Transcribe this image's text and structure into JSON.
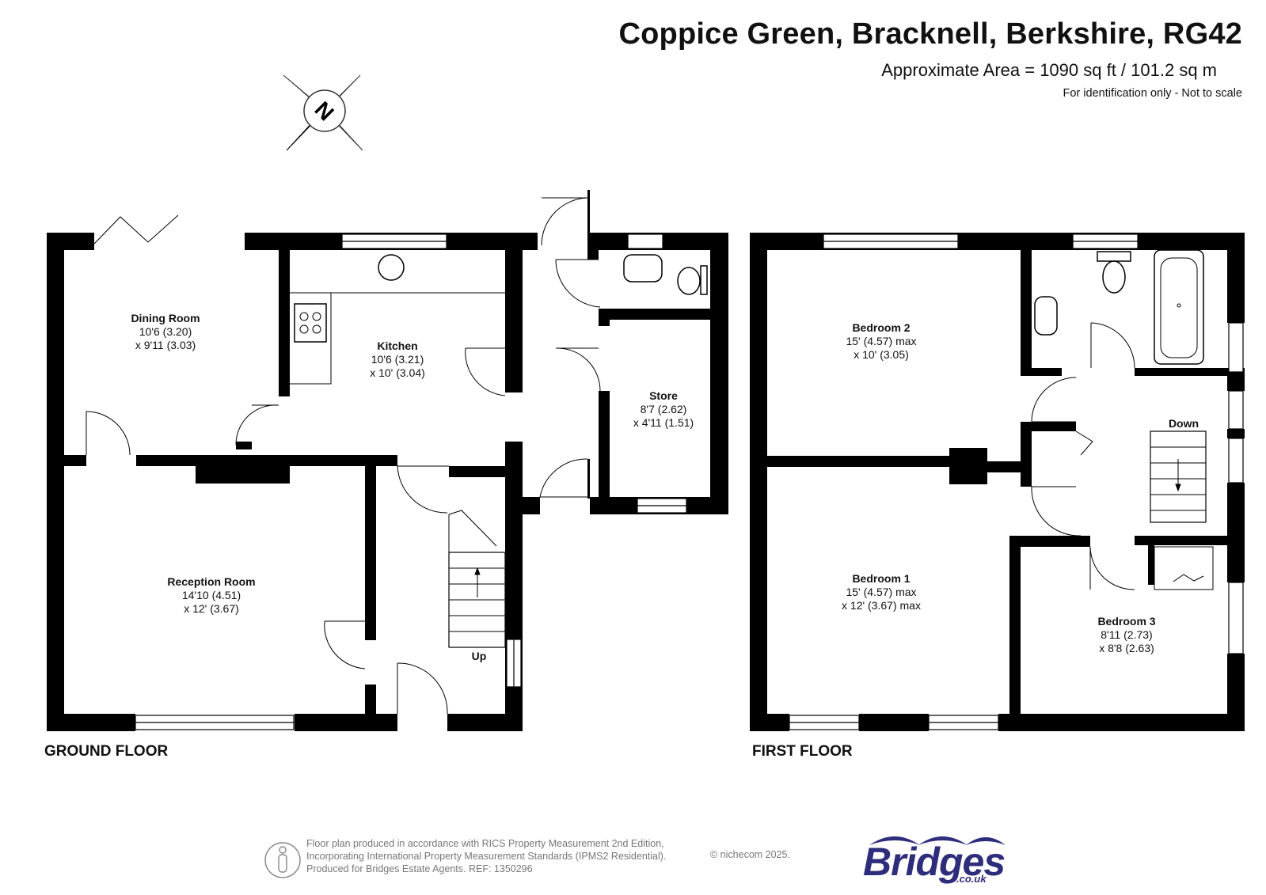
{
  "header": {
    "title": "Coppice Green, Bracknell, Berkshire, RG42",
    "area": "Approximate Area = 1090 sq ft / 101.2 sq m",
    "disclaimer": "For identification only - Not to scale"
  },
  "compass": {
    "letter": "N"
  },
  "ground_floor": {
    "label": "GROUND FLOOR",
    "stairs_label": "Up",
    "rooms": {
      "dining": {
        "name": "Dining Room",
        "dim1": "10'6 (3.20)",
        "dim2": "x 9'11 (3.03)"
      },
      "kitchen": {
        "name": "Kitchen",
        "dim1": "10'6 (3.21)",
        "dim2": "x 10' (3.04)"
      },
      "store": {
        "name": "Store",
        "dim1": "8'7 (2.62)",
        "dim2": "x 4'11 (1.51)"
      },
      "reception": {
        "name": "Reception Room",
        "dim1": "14'10 (4.51)",
        "dim2": "x 12' (3.67)"
      }
    }
  },
  "first_floor": {
    "label": "FIRST FLOOR",
    "stairs_label": "Down",
    "rooms": {
      "bedroom2": {
        "name": "Bedroom 2",
        "dim1": "15' (4.57) max",
        "dim2": "x 10' (3.05)"
      },
      "bedroom1": {
        "name": "Bedroom 1",
        "dim1": "15' (4.57) max",
        "dim2": "x 12' (3.67) max"
      },
      "bedroom3": {
        "name": "Bedroom 3",
        "dim1": "8'11 (2.73)",
        "dim2": "x 8'8 (2.63)"
      }
    }
  },
  "footer": {
    "line1": "Floor plan produced in accordance with RICS Property Measurement 2nd Edition,",
    "line2": "Incorporating International Property Measurement Standards (IPMS2 Residential).",
    "line3": "Produced for Bridges Estate Agents.   REF: 1350296",
    "copyright": "© nichecom 2025."
  },
  "logo": {
    "name": "Bridges",
    "domain": ".co.uk",
    "color": "#2e2d7c"
  },
  "colors": {
    "wall": "#000000",
    "fixture": "#555555"
  }
}
